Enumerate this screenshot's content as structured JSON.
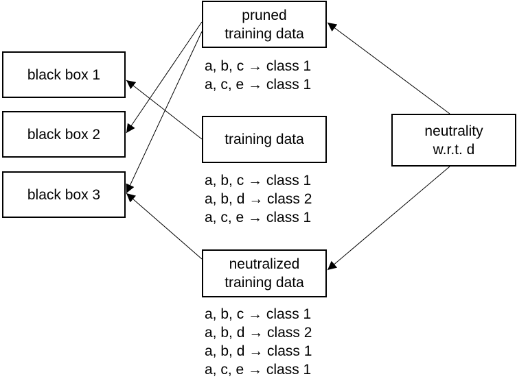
{
  "boxes": {
    "black_box_1": "black box 1",
    "black_box_2": "black box 2",
    "black_box_3": "black box 3",
    "pruned_training_data": "pruned\ntraining data",
    "training_data": "training data",
    "neutralized_training_data": "neutralized\ntraining data",
    "neutrality": "neutrality\nw.r.t. d"
  },
  "rules": {
    "pruned": [
      "a, b, c → class 1",
      "a, c, e → class 1"
    ],
    "training": [
      "a, b, c → class 1",
      "a, b, d → class 2",
      "a, c, e → class 1"
    ],
    "neutralized": [
      "a, b, c → class 1",
      "a, b, d → class 2",
      "a, b, d → class 1",
      "a, c, e → class 1"
    ]
  }
}
